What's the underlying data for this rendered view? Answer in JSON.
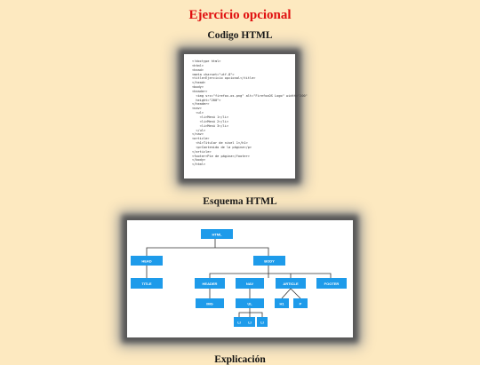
{
  "page": {
    "title": "Ejercicio opcional",
    "section_code": "Codigo HTML",
    "section_schema": "Esquema HTML",
    "section_explanation": "Explicación"
  },
  "code_lines": [
    "<!doctype html>",
    "<html>",
    "<head>",
    "<meta charset=\"utf-8\">",
    "<title>Ejercicio opcional</title>",
    "</head>",
    "<body>",
    "<header>",
    "  <img src=\"firefox-os.png\" alt=\"FirefoxOS Logo\" width=\"200\"",
    "  height=\"200\">",
    "</header>",
    "<nav>",
    "  <ul>",
    "    <li>Menú 1</li>",
    "    <li>Menú 2</li>",
    "    <li>Menú 3</li>",
    "  </ul>",
    "</nav>",
    "<article>",
    "  <h1>Titular de nivel 1</h1>",
    "  <p>Contenido de la página</p>",
    "</article>",
    "<footer>Pie de página</footer>",
    "</body>",
    "</html>"
  ],
  "schema": {
    "html": "HTML",
    "head": "HEAD",
    "body": "BODY",
    "title": "TITLE",
    "header": "HEADER",
    "nav": "NAV",
    "article": "ARTICLE",
    "footer": "FOOTER",
    "img": "IMG",
    "ul": "UL",
    "h1": "H1",
    "p": "P",
    "li1": "LI",
    "li2": "LI",
    "li3": "LI"
  }
}
